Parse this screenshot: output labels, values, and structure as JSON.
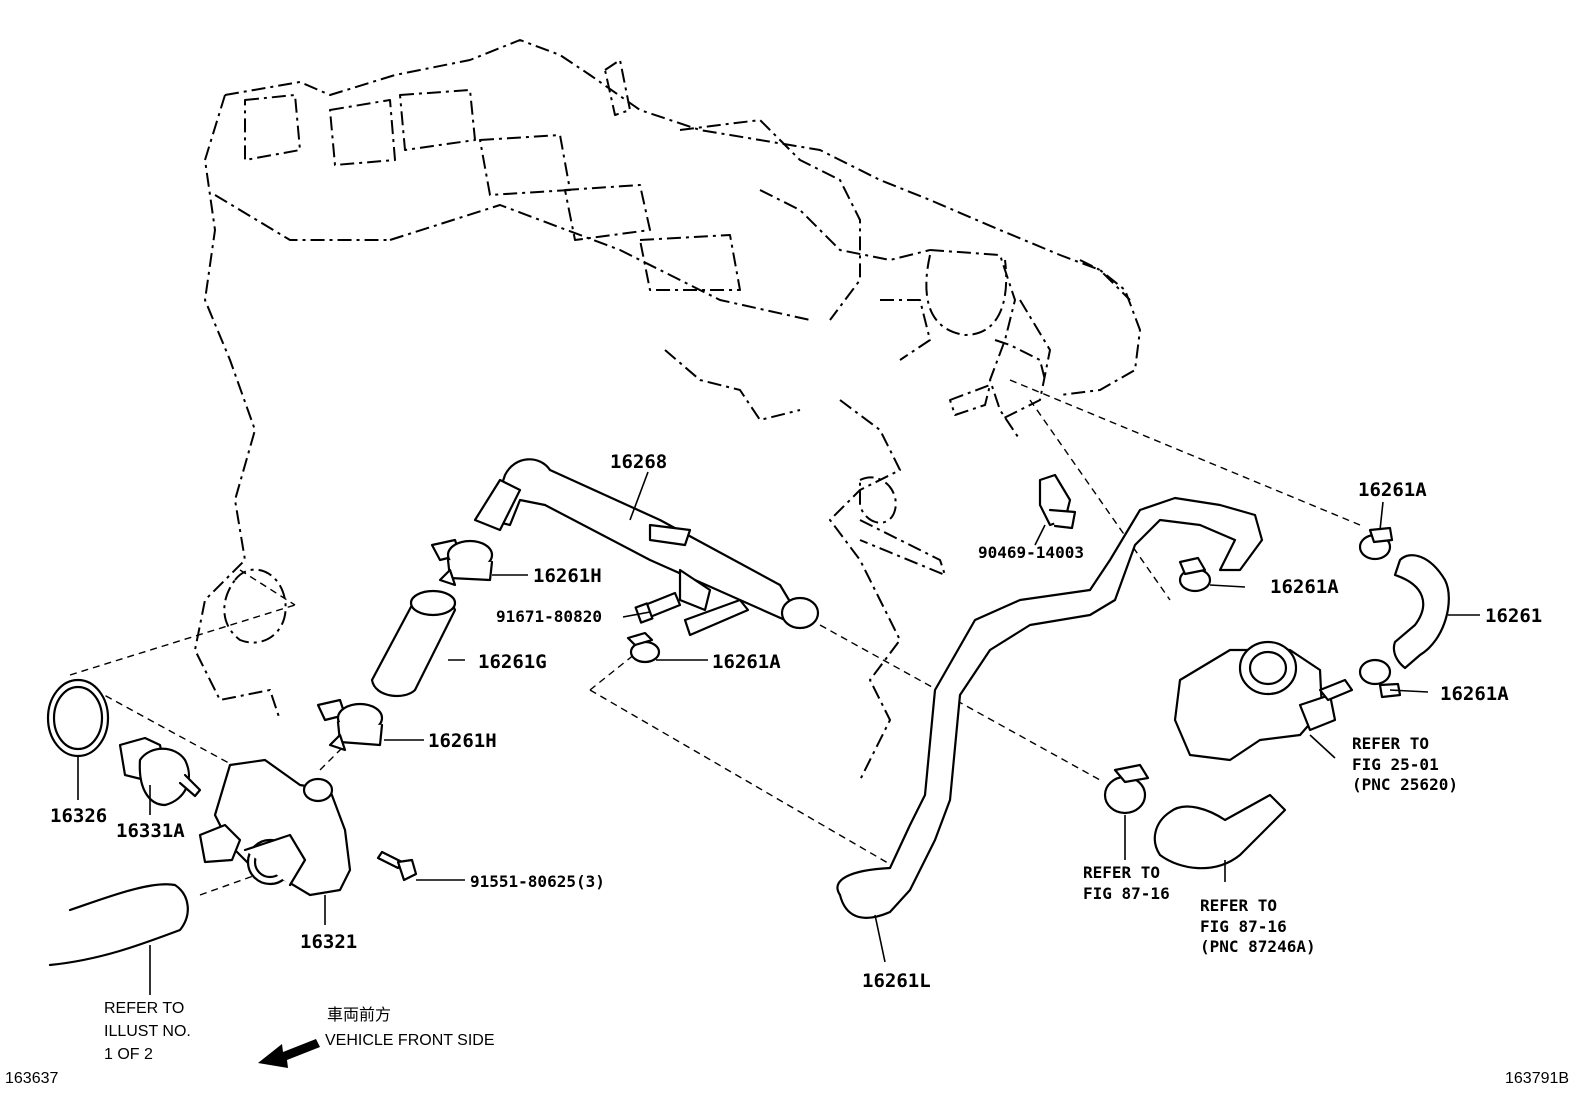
{
  "diagram": {
    "parts": [
      {
        "id": "p16268",
        "label": "16268"
      },
      {
        "id": "p16261H_top",
        "label": "16261H"
      },
      {
        "id": "p91671",
        "label": "91671-80820"
      },
      {
        "id": "p16261G",
        "label": "16261G"
      },
      {
        "id": "p16261A_mid",
        "label": "16261A"
      },
      {
        "id": "p16261H_bot",
        "label": "16261H"
      },
      {
        "id": "p90469",
        "label": "90469-14003"
      },
      {
        "id": "p16261A_right1",
        "label": "16261A"
      },
      {
        "id": "p16261A_top",
        "label": "16261A"
      },
      {
        "id": "p16261",
        "label": "16261"
      },
      {
        "id": "p16261A_right2",
        "label": "16261A"
      },
      {
        "id": "p16326",
        "label": "16326"
      },
      {
        "id": "p16331A",
        "label": "16331A"
      },
      {
        "id": "p91551",
        "label": "91551-80625(3)"
      },
      {
        "id": "p16321",
        "label": "16321"
      },
      {
        "id": "p16261L",
        "label": "16261L"
      }
    ],
    "references": {
      "fig25": {
        "line1": "REFER TO",
        "line2": "FIG 25-01",
        "line3": "(PNC 25620)"
      },
      "fig87a": {
        "line1": "REFER TO",
        "line2": "FIG 87-16"
      },
      "fig87b": {
        "line1": "REFER TO",
        "line2": "FIG 87-16",
        "line3": "(PNC 87246A)"
      },
      "illust": {
        "line1": "REFER TO",
        "line2": "ILLUST NO.",
        "line3": "1 OF 2"
      }
    },
    "front_note": {
      "japanese": "車両前方",
      "english": "VEHICLE FRONT SIDE"
    },
    "codes": {
      "left": "163637",
      "right": "163791B"
    }
  }
}
